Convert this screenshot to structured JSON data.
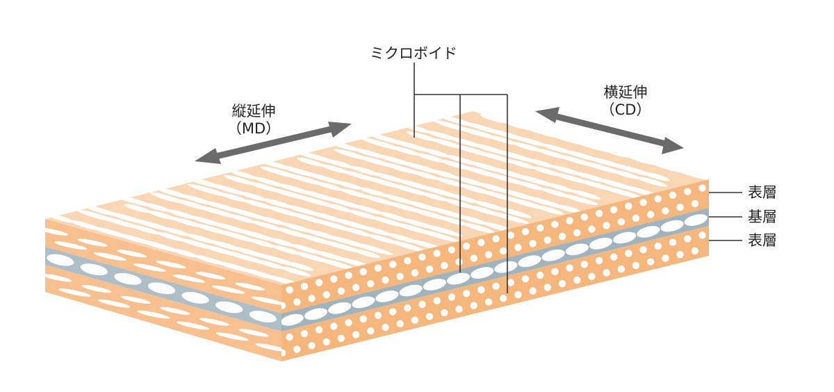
{
  "labels": {
    "microvoid": "ミクロボイド",
    "md_title": "縦延伸",
    "md_sub": "（MD）",
    "cd_title": "横延伸",
    "cd_sub": "（CD）"
  },
  "layers": [
    {
      "label": "表層"
    },
    {
      "label": "基層"
    },
    {
      "label": "表層"
    }
  ],
  "colors": {
    "surface_top": "#f9d6b4",
    "surface_front": "#f8c08f",
    "surface_side": "#f6b77e",
    "base_front": "#aebec7",
    "base_side": "#a1b4bd",
    "void": "#ffffff",
    "arrow": "#6b6b6b",
    "leader": "#333333"
  }
}
